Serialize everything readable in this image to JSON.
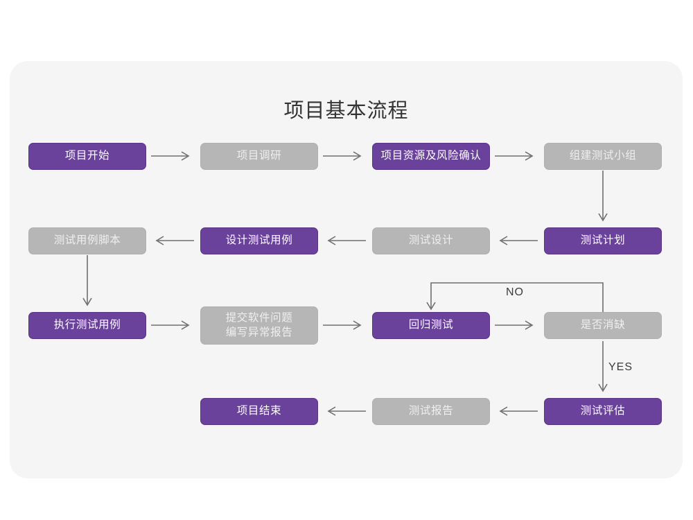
{
  "page": {
    "background": "#ffffff",
    "panel_background": "#f5f5f6"
  },
  "palette": {
    "purple": "#6a419b",
    "purple_border": "#5a3585",
    "gray": "#b6b6b6",
    "gray_text": "#efefef",
    "line": "#6e6e6e",
    "title_text": "#343434",
    "label_text": "#3b3b3b"
  },
  "chart_data": {
    "type": "diagram",
    "diagram_type": "flowchart",
    "title": "项目基本流程",
    "nodes": [
      {
        "id": "n1",
        "label": "项目开始",
        "style": "purple",
        "row": 1,
        "col": 1
      },
      {
        "id": "n2",
        "label": "项目调研",
        "style": "gray",
        "row": 1,
        "col": 2
      },
      {
        "id": "n3",
        "label": "项目资源及风险确认",
        "style": "purple",
        "row": 1,
        "col": 3
      },
      {
        "id": "n4",
        "label": "组建测试小组",
        "style": "gray",
        "row": 1,
        "col": 4
      },
      {
        "id": "n5",
        "label": "测试用例脚本",
        "style": "gray",
        "row": 2,
        "col": 1
      },
      {
        "id": "n6",
        "label": "设计测试用例",
        "style": "purple",
        "row": 2,
        "col": 2
      },
      {
        "id": "n7",
        "label": "测试设计",
        "style": "gray",
        "row": 2,
        "col": 3
      },
      {
        "id": "n8",
        "label": "测试计划",
        "style": "purple",
        "row": 2,
        "col": 4
      },
      {
        "id": "n9",
        "label": "执行测试用例",
        "style": "purple",
        "row": 3,
        "col": 1
      },
      {
        "id": "n10",
        "label": "提交软件问题\n编写异常报告",
        "style": "gray",
        "row": 3,
        "col": 2
      },
      {
        "id": "n11",
        "label": "回归测试",
        "style": "purple",
        "row": 3,
        "col": 3
      },
      {
        "id": "n12",
        "label": "是否消缺",
        "style": "gray",
        "row": 3,
        "col": 4
      },
      {
        "id": "n13",
        "label": "项目结束",
        "style": "purple",
        "row": 4,
        "col": 2
      },
      {
        "id": "n14",
        "label": "测试报告",
        "style": "gray",
        "row": 4,
        "col": 3
      },
      {
        "id": "n15",
        "label": "测试评估",
        "style": "purple",
        "row": 4,
        "col": 4
      }
    ],
    "edges": [
      {
        "from": "n1",
        "to": "n2",
        "dir": "right",
        "label": ""
      },
      {
        "from": "n2",
        "to": "n3",
        "dir": "right",
        "label": ""
      },
      {
        "from": "n3",
        "to": "n4",
        "dir": "right",
        "label": ""
      },
      {
        "from": "n4",
        "to": "n8",
        "dir": "down",
        "label": ""
      },
      {
        "from": "n8",
        "to": "n7",
        "dir": "left",
        "label": ""
      },
      {
        "from": "n7",
        "to": "n6",
        "dir": "left",
        "label": ""
      },
      {
        "from": "n6",
        "to": "n5",
        "dir": "left",
        "label": ""
      },
      {
        "from": "n5",
        "to": "n9",
        "dir": "down",
        "label": ""
      },
      {
        "from": "n9",
        "to": "n10",
        "dir": "right",
        "label": ""
      },
      {
        "from": "n10",
        "to": "n11",
        "dir": "right",
        "label": ""
      },
      {
        "from": "n11",
        "to": "n12",
        "dir": "right",
        "label": ""
      },
      {
        "from": "n12",
        "to": "n11",
        "dir": "loop-up-left",
        "label": "NO"
      },
      {
        "from": "n12",
        "to": "n15",
        "dir": "down",
        "label": "YES"
      },
      {
        "from": "n15",
        "to": "n14",
        "dir": "left",
        "label": ""
      },
      {
        "from": "n14",
        "to": "n13",
        "dir": "left",
        "label": ""
      }
    ],
    "edge_labels": [
      {
        "id": "no",
        "text": "NO"
      },
      {
        "id": "yes",
        "text": "YES"
      }
    ]
  }
}
